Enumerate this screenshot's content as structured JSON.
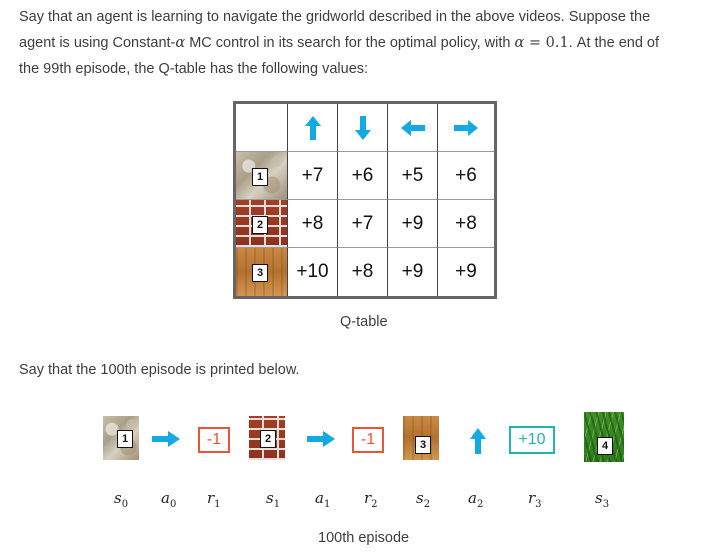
{
  "intro": {
    "line1": "Say that an agent is learning to navigate the gridworld described in the above videos. Suppose the",
    "line2_a": "agent is using Constant-",
    "alpha_symbol": "α",
    "line2_b": " MC control in its search for the optimal policy, with ",
    "alpha_eq_lhs": "α",
    "alpha_eq_op": " = ",
    "alpha_value": "0.1",
    "line2_c": ". At the end of",
    "line3": "the 99th episode, the Q-table has the following values:"
  },
  "qtable": {
    "actions": [
      {
        "name": "up",
        "icon": "arrow-up-icon"
      },
      {
        "name": "down",
        "icon": "arrow-down-icon"
      },
      {
        "name": "left",
        "icon": "arrow-left-icon"
      },
      {
        "name": "right",
        "icon": "arrow-right-icon"
      }
    ],
    "rows": [
      {
        "state_badge": "1",
        "texture": "stone",
        "values": [
          "+7",
          "+6",
          "+5",
          "+6"
        ]
      },
      {
        "state_badge": "2",
        "texture": "brick",
        "values": [
          "+8",
          "+7",
          "+9",
          "+8"
        ]
      },
      {
        "state_badge": "3",
        "texture": "wood",
        "values": [
          "+10",
          "+8",
          "+9",
          "+9"
        ]
      }
    ],
    "caption": "Q-table"
  },
  "episode_intro": "Say that the 100th episode is printed below.",
  "episode": {
    "states": [
      {
        "badge": "1",
        "texture": "stone",
        "symbol": "s",
        "sub": "0"
      },
      {
        "badge": "2",
        "texture": "brick",
        "symbol": "s",
        "sub": "1"
      },
      {
        "badge": "3",
        "texture": "wood",
        "symbol": "s",
        "sub": "2"
      },
      {
        "badge": "4",
        "texture": "grass",
        "symbol": "s",
        "sub": "3"
      }
    ],
    "actions": [
      {
        "icon": "arrow-right-icon",
        "symbol": "a",
        "sub": "0"
      },
      {
        "icon": "arrow-right-icon",
        "symbol": "a",
        "sub": "1"
      },
      {
        "icon": "arrow-up-icon",
        "symbol": "a",
        "sub": "2"
      }
    ],
    "rewards": [
      {
        "value": "-1",
        "color": "#e8553a",
        "symbol": "r",
        "sub": "1"
      },
      {
        "value": "-1",
        "color": "#e8553a",
        "symbol": "r",
        "sub": "2"
      },
      {
        "value": "+10",
        "color": "#1fb5b0",
        "symbol": "r",
        "sub": "3"
      }
    ],
    "caption": "100th episode"
  },
  "colors": {
    "arrow": "#13a9e3",
    "negative_reward": "#e8553a",
    "positive_reward": "#1fb5b0"
  }
}
